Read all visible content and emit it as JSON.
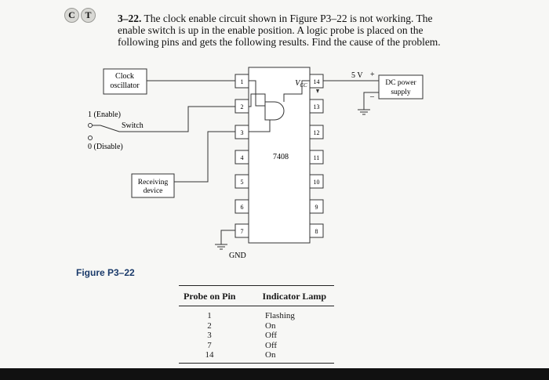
{
  "badge": [
    "C",
    "T"
  ],
  "problem": {
    "number": "3–22.",
    "text": "The clock enable circuit shown in Figure P3–22 is not working. The enable switch is up in the enable position. A logic probe is placed on the following pins and gets the following results. Find the cause of the problem."
  },
  "figure": {
    "caption": "Figure P3–22",
    "clock_label_line1": "Clock",
    "clock_label_line2": "oscillator",
    "enable_label": "1 (Enable)",
    "switch_label": "Switch",
    "disable_label": "0 (Disable)",
    "receiving_line1": "Receiving",
    "receiving_line2": "device",
    "chip_label": "7408",
    "vcc_label": "V",
    "vcc_sub": "CC",
    "gnd_label": "GND",
    "supply_voltage": "5 V",
    "supply_plus": "+",
    "supply_minus": "–",
    "supply_line1": "DC power",
    "supply_line2": "supply",
    "left_pins": [
      "1",
      "2",
      "3",
      "4",
      "5",
      "6",
      "7"
    ],
    "right_pins": [
      "14",
      "13",
      "12",
      "11",
      "10",
      "9",
      "8"
    ]
  },
  "table": {
    "header_pin": "Probe on Pin",
    "header_lamp": "Indicator Lamp",
    "rows": [
      {
        "pin": "1",
        "lamp": "Flashing"
      },
      {
        "pin": "2",
        "lamp": "On"
      },
      {
        "pin": "3",
        "lamp": "Off"
      },
      {
        "pin": "7",
        "lamp": "Off"
      },
      {
        "pin": "14",
        "lamp": "On"
      }
    ]
  }
}
